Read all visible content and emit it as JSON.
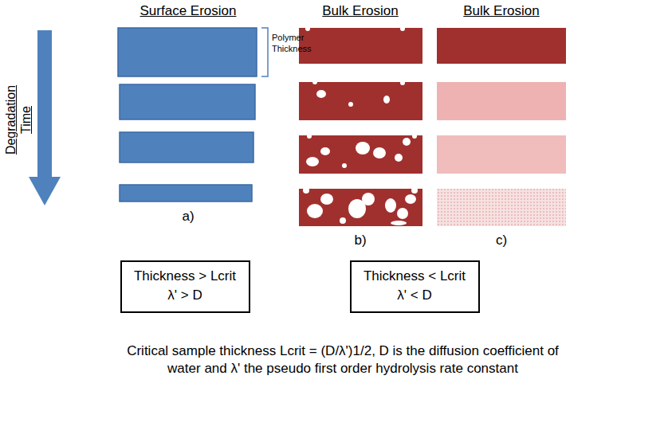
{
  "diagram": {
    "caption": "Critical sample thickness Lcrit = (D/λ')1/2, D is the diffusion coefficient of water and λ' the pseudo first order hydrolysis rate constant",
    "nodes": [
      {
        "text": [
          "Thickness > Lcrit",
          "λ' > D"
        ]
      },
      {
        "text": [
          "Thickness < Lcrit",
          "λ' < D"
        ]
      }
    ],
    "labels": [
      "Surface Erosion",
      "Bulk Erosion",
      "Bulk Erosion",
      "Degradation",
      "Time",
      "Polymer Thickness",
      "a)",
      "b)",
      "c)"
    ]
  }
}
